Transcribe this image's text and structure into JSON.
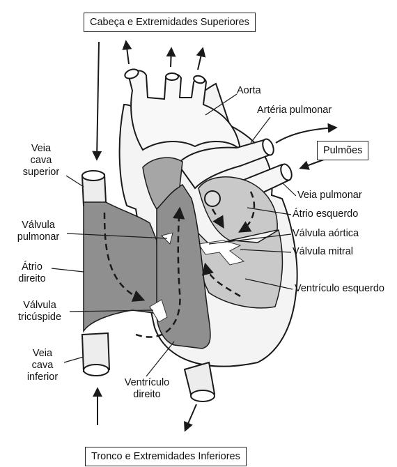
{
  "top_box": "Cabeça e Extremidades Superiores",
  "bottom_box": "Tronco e Extremidades Inferiores",
  "lungs_box": "Pulmões",
  "labels": {
    "aorta": "Aorta",
    "arteria_pulmonar": "Artéria pulmonar",
    "veia_pulmonar": "Veia pulmonar",
    "atrio_esquerdo": "Átrio esquerdo",
    "valvula_aortica": "Válvula aórtica",
    "valvula_mitral": "Válvula mitral",
    "ventriculo_esquerdo": "Ventrículo esquerdo",
    "veia_cava_superior": [
      "Veia",
      "cava",
      "superior"
    ],
    "valvula_pulmonar": [
      "Válvula",
      "pulmonar"
    ],
    "atrio_direito": [
      "Átrio",
      "direito"
    ],
    "valvula_tricuspide": [
      "Válvula",
      "tricúspide"
    ],
    "veia_cava_inferior": [
      "Veia",
      "cava",
      "inferior"
    ],
    "ventriculo_direito": [
      "Ventrículo",
      "direito"
    ]
  },
  "colors": {
    "dark_chamber": "#8f8f8f",
    "light_chamber": "#c9c9c9",
    "vessel_fill": "#f2f2f2",
    "outline": "#1a1a1a"
  }
}
